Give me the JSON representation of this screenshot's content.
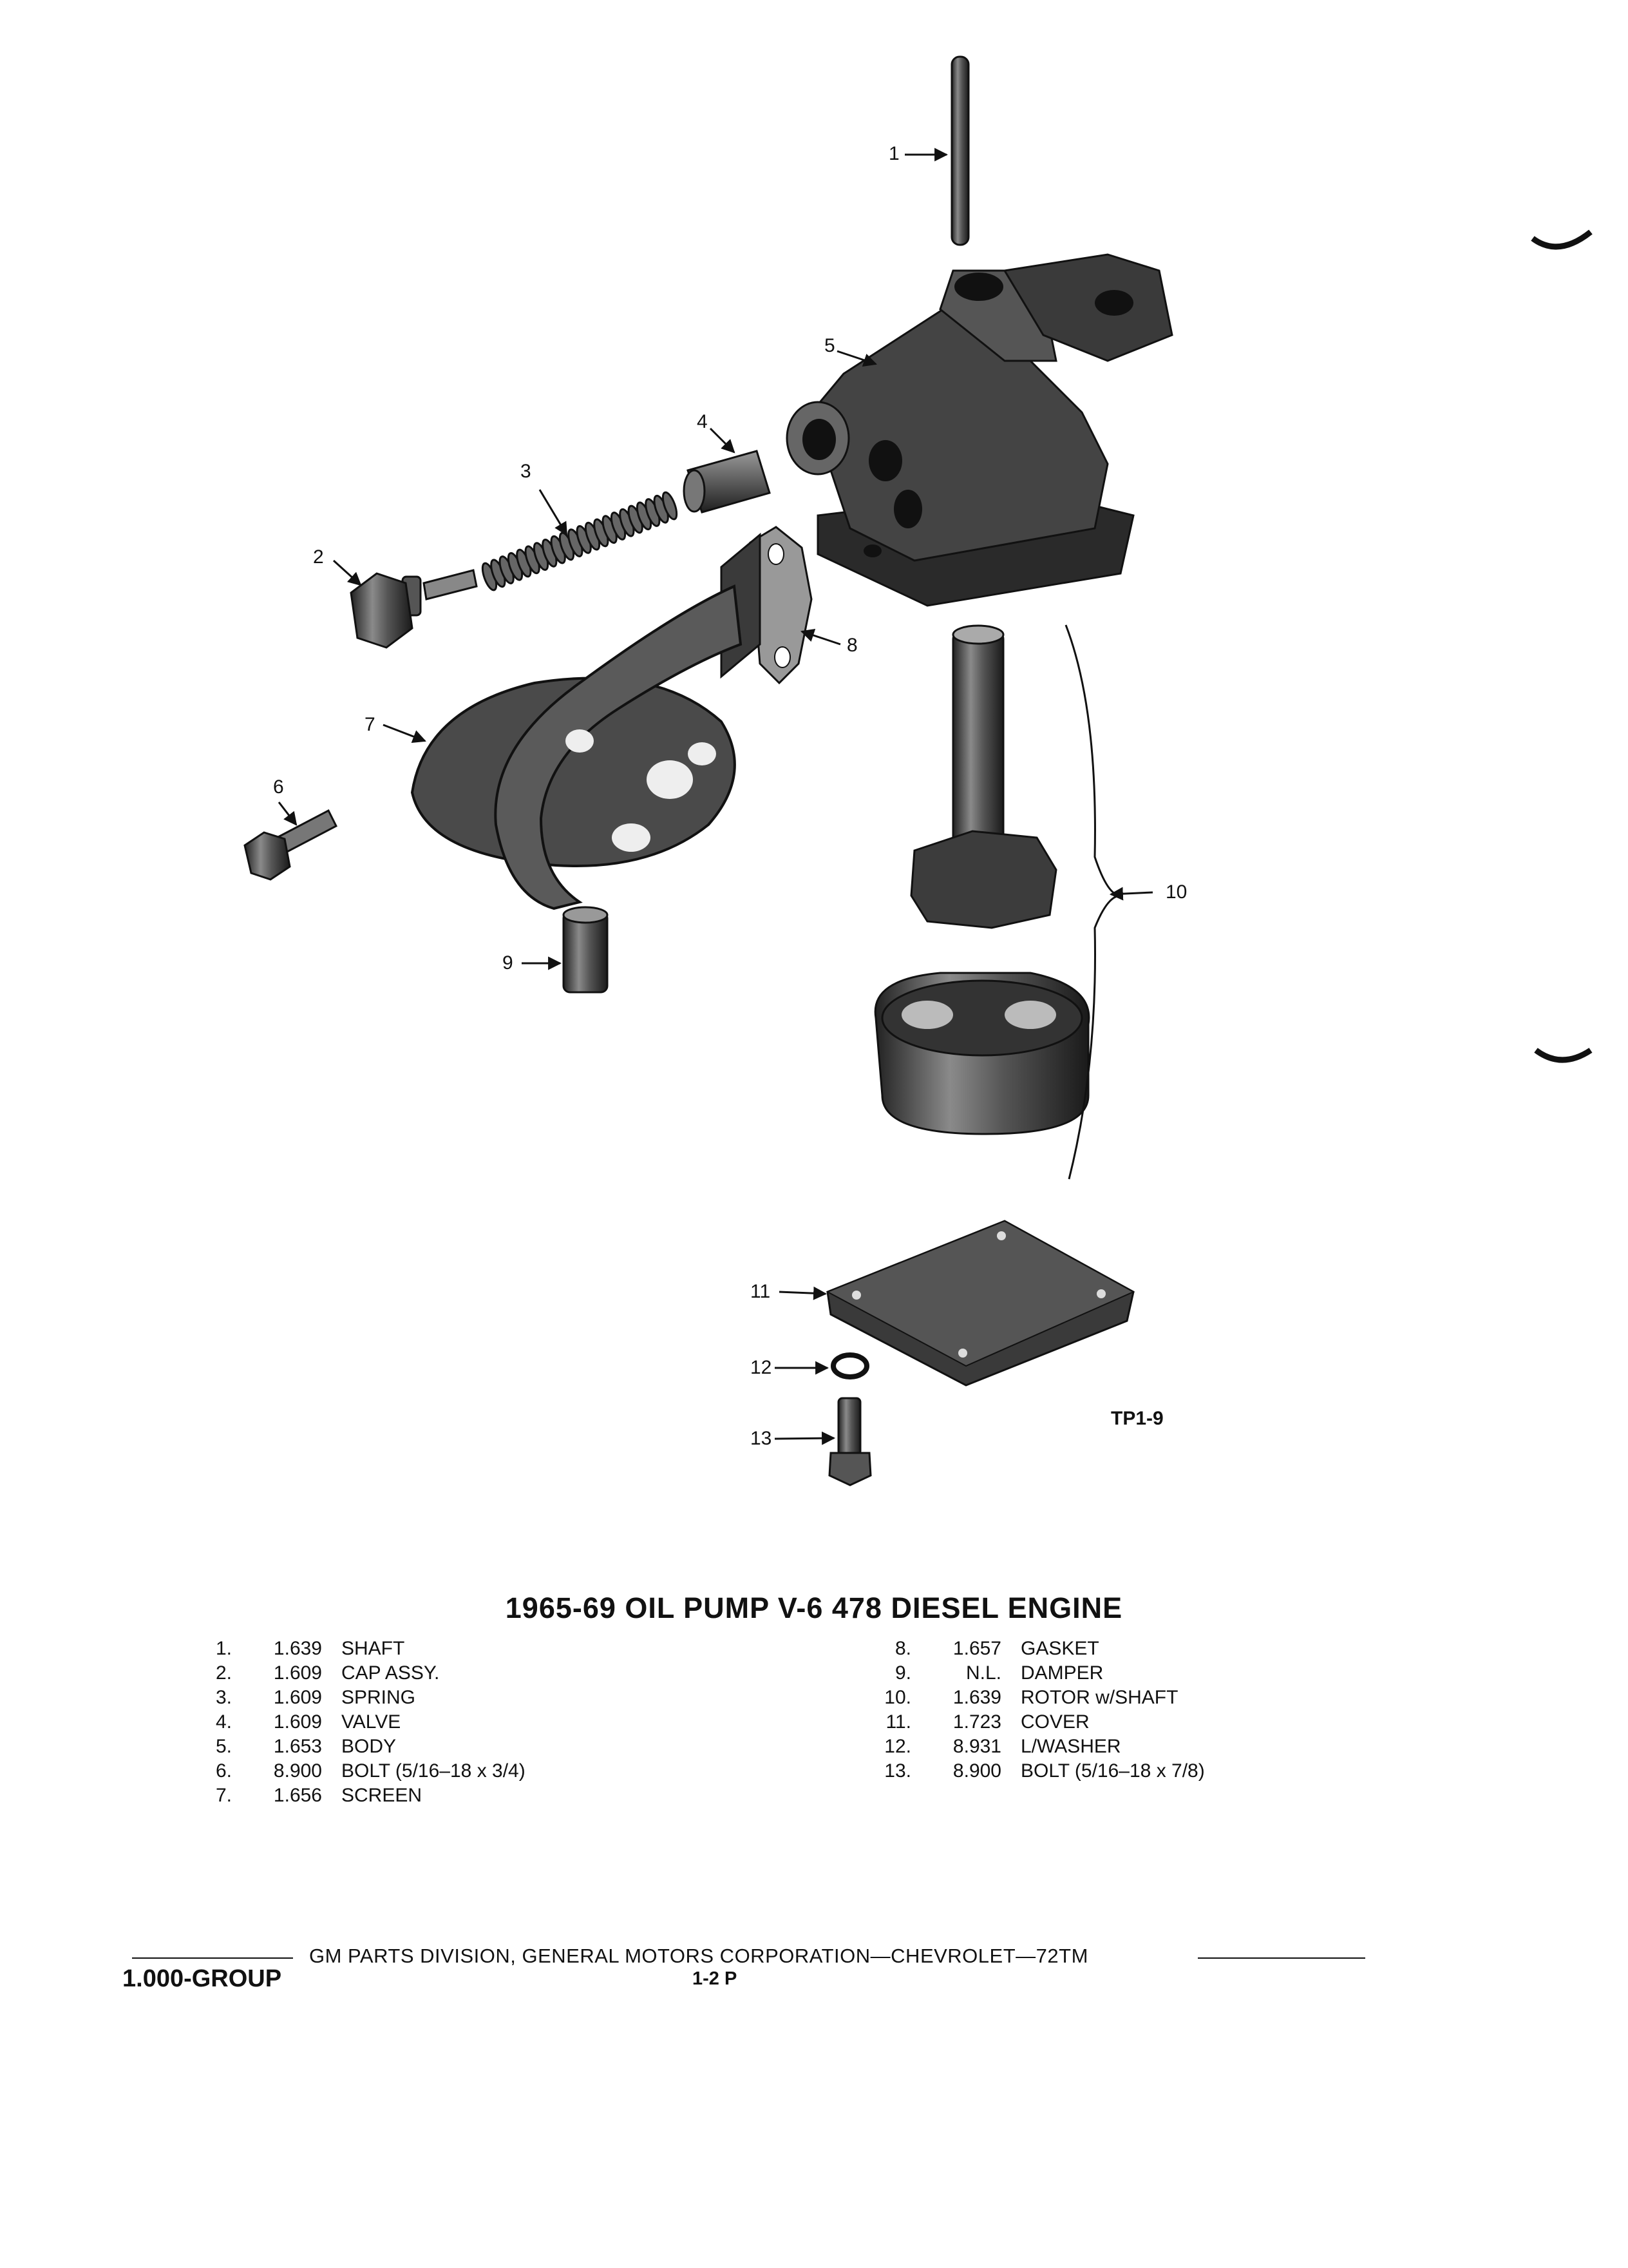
{
  "figure": {
    "code": "TP1-9",
    "callouts": [
      "1",
      "2",
      "3",
      "4",
      "5",
      "6",
      "7",
      "8",
      "9",
      "10",
      "11",
      "12",
      "13"
    ]
  },
  "title": "1965-69 OIL PUMP V-6 478 DIESEL ENGINE",
  "parts_left": [
    {
      "num": "1.",
      "code": "1.639",
      "name": "SHAFT"
    },
    {
      "num": "2.",
      "code": "1.609",
      "name": "CAP ASSY."
    },
    {
      "num": "3.",
      "code": "1.609",
      "name": "SPRING"
    },
    {
      "num": "4.",
      "code": "1.609",
      "name": "VALVE"
    },
    {
      "num": "5.",
      "code": "1.653",
      "name": "BODY"
    },
    {
      "num": "6.",
      "code": "8.900",
      "name": "BOLT (5/16–18 x 3/4)"
    },
    {
      "num": "7.",
      "code": "1.656",
      "name": "SCREEN"
    }
  ],
  "parts_right": [
    {
      "num": "8.",
      "code": "1.657",
      "name": "GASKET"
    },
    {
      "num": "9.",
      "code": "N.L.",
      "name": "DAMPER"
    },
    {
      "num": "10.",
      "code": "1.639",
      "name": "ROTOR w/SHAFT"
    },
    {
      "num": "11.",
      "code": "1.723",
      "name": "COVER"
    },
    {
      "num": "12.",
      "code": "8.931",
      "name": "L/WASHER"
    },
    {
      "num": "13.",
      "code": "8.900",
      "name": "BOLT (5/16–18 x 7/8)"
    }
  ],
  "footer": {
    "text": "GM PARTS DIVISION, GENERAL MOTORS CORPORATION—CHEVROLET—72TM",
    "group": "1.000-GROUP",
    "page": "1-2  P"
  }
}
